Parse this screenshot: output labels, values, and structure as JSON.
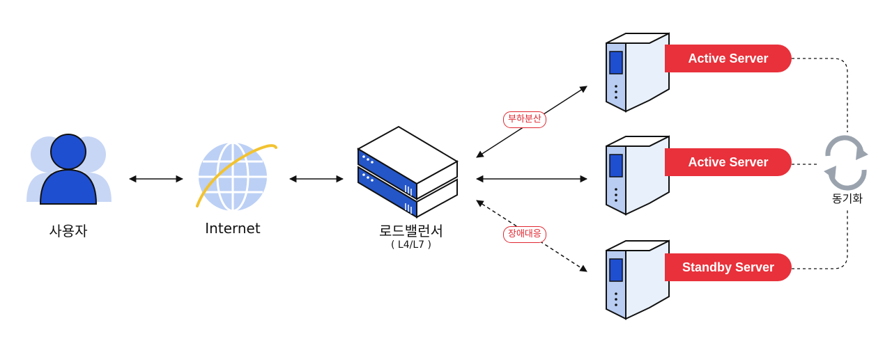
{
  "nodes": {
    "user": {
      "label": "사용자"
    },
    "internet": {
      "label": "Internet"
    },
    "load_balancer": {
      "label": "로드밸런서",
      "sublabel": "( L4/L7 )"
    },
    "server1": {
      "label": "Active Server"
    },
    "server2": {
      "label": "Active Server"
    },
    "server3": {
      "label": "Standby Server"
    },
    "sync": {
      "label": "동기화"
    }
  },
  "edge_labels": {
    "balance": "부하분산",
    "failover": "장애대응"
  },
  "colors": {
    "accent_red": "#e8313b",
    "server_blue": "#b9cdf2",
    "device_blue": "#2456c8",
    "user_blue": "#1f4fd1",
    "light_blue": "#bcd0f5",
    "globe_ring": "#f2c230"
  }
}
